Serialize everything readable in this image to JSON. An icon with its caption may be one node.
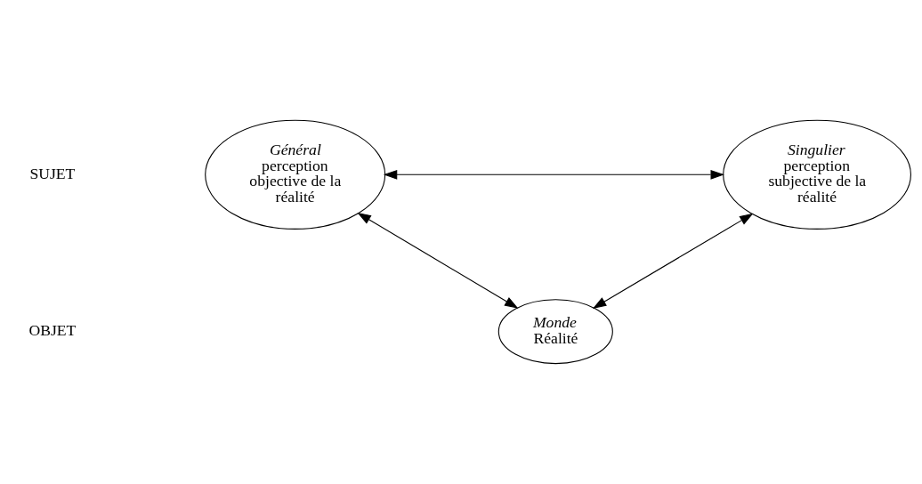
{
  "diagram": {
    "nodes": [
      {
        "text": [
          "Général",
          "perception objective de la réalité"
        ]
      },
      {
        "text": [
          "Singulier",
          "perception subjective de la réalité"
        ]
      },
      {
        "text": [
          "Monde",
          "Réalité"
        ]
      }
    ],
    "edges": [
      {
        "from": 0,
        "to": 1,
        "arrow": "both"
      },
      {
        "from": 0,
        "to": 2,
        "arrow": "both"
      },
      {
        "from": 1,
        "to": 2,
        "arrow": "both"
      }
    ],
    "labels": [
      "SUJET",
      "OBJET"
    ]
  }
}
